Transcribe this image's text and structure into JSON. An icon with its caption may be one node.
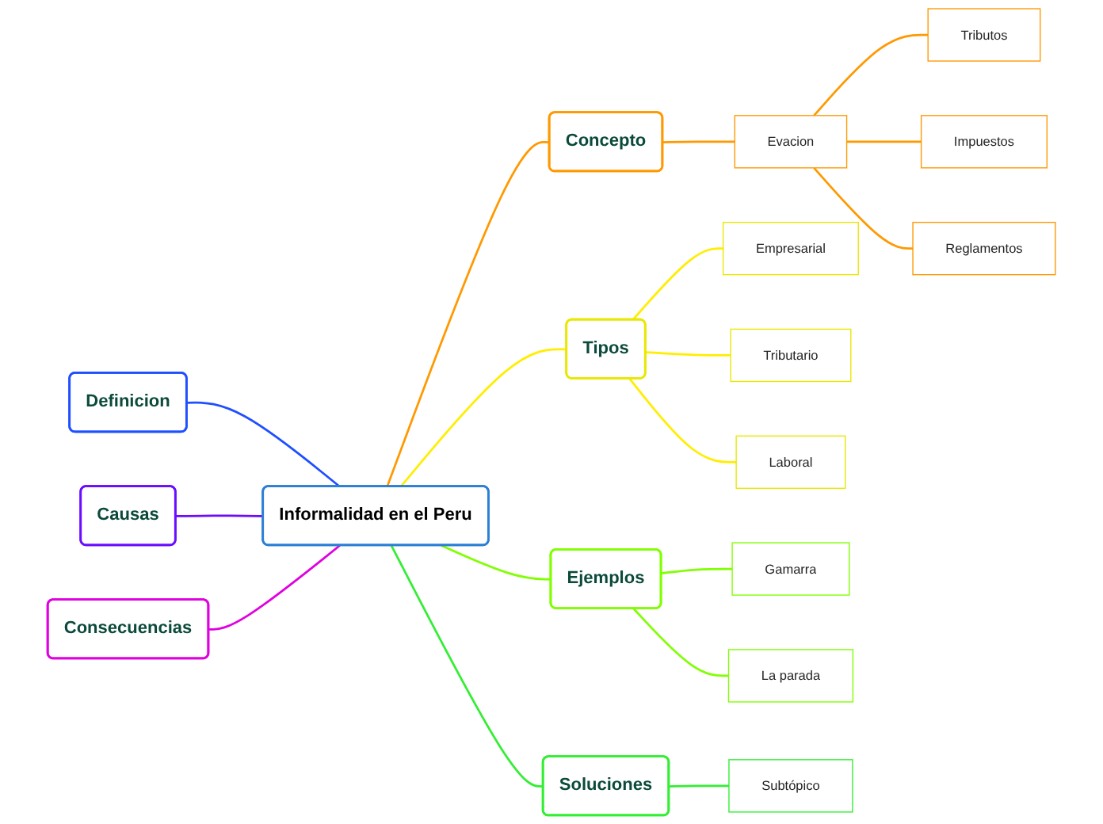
{
  "diagram": {
    "nodes": [
      {
        "text": [
          "Informalidad en el Peru"
        ]
      },
      {
        "text": [
          "Definicion"
        ]
      },
      {
        "text": [
          "Causas"
        ]
      },
      {
        "text": [
          "Consecuencias"
        ]
      },
      {
        "text": [
          "Concepto"
        ]
      },
      {
        "text": [
          "Evacion"
        ]
      },
      {
        "text": [
          "Tributos"
        ]
      },
      {
        "text": [
          "Impuestos"
        ]
      },
      {
        "text": [
          "Reglamentos"
        ]
      },
      {
        "text": [
          "Tipos"
        ]
      },
      {
        "text": [
          "Empresarial"
        ]
      },
      {
        "text": [
          "Tributario"
        ]
      },
      {
        "text": [
          "Laboral"
        ]
      },
      {
        "text": [
          "Ejemplos"
        ]
      },
      {
        "text": [
          "Gamarra"
        ]
      },
      {
        "text": [
          "La parada"
        ]
      },
      {
        "text": [
          "Soluciones"
        ]
      },
      {
        "text": [
          "Subtópico"
        ]
      }
    ],
    "edges": [
      {
        "from": 1,
        "to": 0,
        "arrow": "none",
        "color": "#1f4fff"
      },
      {
        "from": 2,
        "to": 0,
        "arrow": "none",
        "color": "#6a0dff"
      },
      {
        "from": 3,
        "to": 0,
        "arrow": "none",
        "color": "#e000e0"
      },
      {
        "from": 0,
        "to": 4,
        "arrow": "none",
        "color": "#ff9900"
      },
      {
        "from": 4,
        "to": 5,
        "arrow": "none",
        "color": "#ff9900"
      },
      {
        "from": 5,
        "to": 6,
        "arrow": "none",
        "color": "#ff9900"
      },
      {
        "from": 5,
        "to": 7,
        "arrow": "none",
        "color": "#ff9900"
      },
      {
        "from": 5,
        "to": 8,
        "arrow": "none",
        "color": "#ff9900"
      },
      {
        "from": 0,
        "to": 9,
        "arrow": "none",
        "color": "#ffee00"
      },
      {
        "from": 9,
        "to": 10,
        "arrow": "none",
        "color": "#ffee00"
      },
      {
        "from": 9,
        "to": 11,
        "arrow": "none",
        "color": "#ffee00"
      },
      {
        "from": 9,
        "to": 12,
        "arrow": "none",
        "color": "#ffee00"
      },
      {
        "from": 0,
        "to": 13,
        "arrow": "none",
        "color": "#80ff00"
      },
      {
        "from": 13,
        "to": 14,
        "arrow": "none",
        "color": "#80ff00"
      },
      {
        "from": 13,
        "to": 15,
        "arrow": "none",
        "color": "#80ff00"
      },
      {
        "from": 0,
        "to": 16,
        "arrow": "none",
        "color": "#33ee33"
      },
      {
        "from": 16,
        "to": 17,
        "arrow": "none",
        "color": "#33ee33"
      }
    ]
  }
}
